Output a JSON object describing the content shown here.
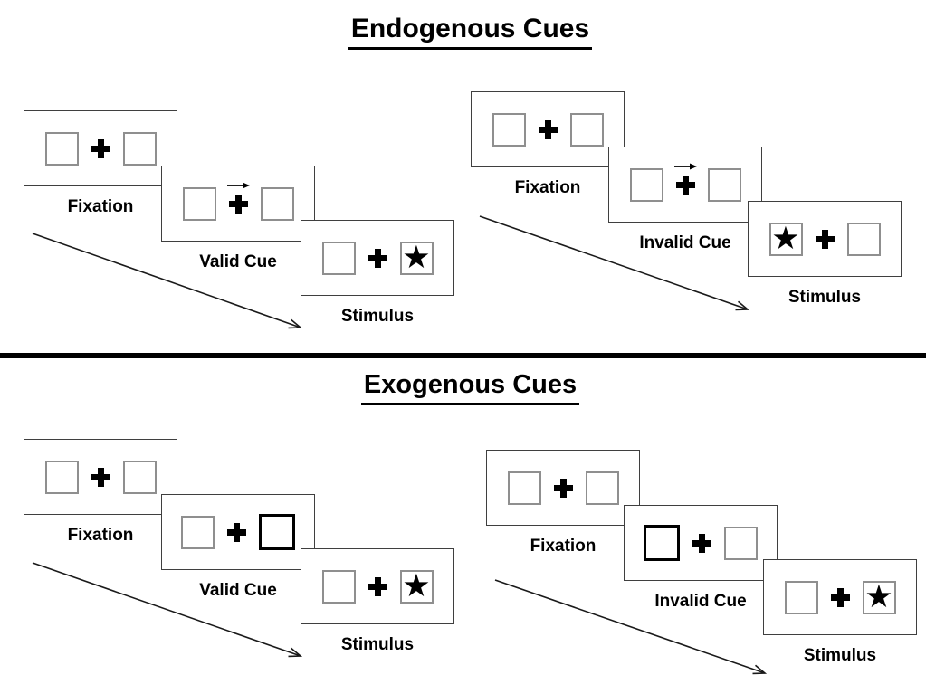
{
  "diagram": {
    "star_glyph": "★",
    "ink_color": "#000000",
    "panel_border_color": "#3f3f3f",
    "square_border_color": "#8f8f8f",
    "divider_color": "#000000"
  },
  "endogenous": {
    "title": "Endogenous Cues",
    "valid": {
      "fixation_label": "Fixation",
      "cue_label": "Valid Cue",
      "stimulus_label": "Stimulus",
      "cue_description": "central arrow pointing right above fixation cross",
      "stimulus_star_side": "right"
    },
    "invalid": {
      "fixation_label": "Fixation",
      "cue_label": "Invalid Cue",
      "stimulus_label": "Stimulus",
      "cue_description": "central arrow pointing right above fixation cross",
      "stimulus_star_side": "left"
    }
  },
  "exogenous": {
    "title": "Exogenous Cues",
    "valid": {
      "fixation_label": "Fixation",
      "cue_label": "Valid Cue",
      "stimulus_label": "Stimulus",
      "cue_description": "right box highlighted with thick black border",
      "stimulus_star_side": "right"
    },
    "invalid": {
      "fixation_label": "Fixation",
      "cue_label": "Invalid Cue",
      "stimulus_label": "Stimulus",
      "cue_description": "left box highlighted with thick black border",
      "stimulus_star_side": "right"
    }
  }
}
